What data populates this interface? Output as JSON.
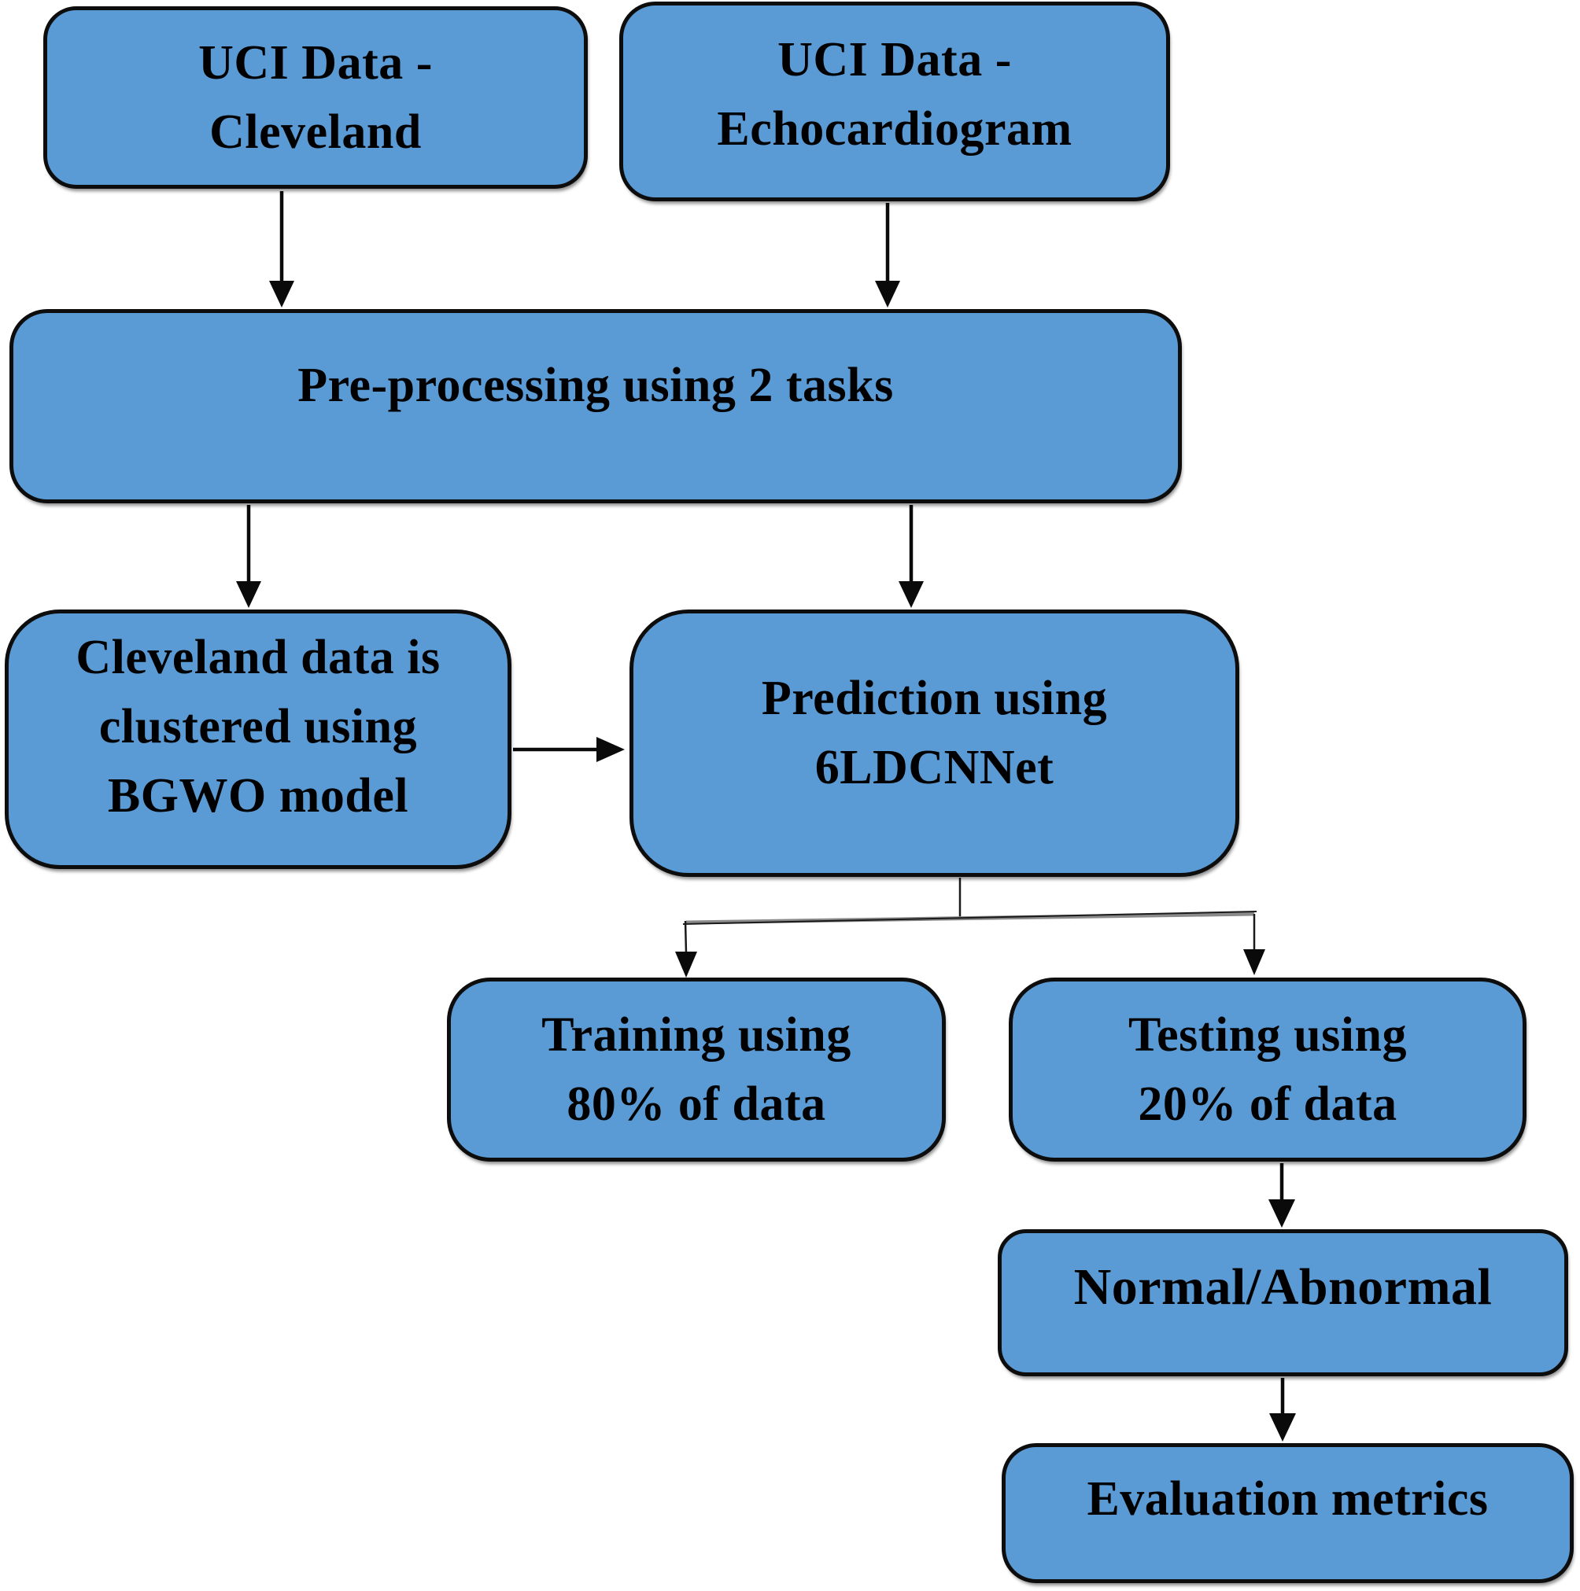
{
  "diagram": {
    "type": "flowchart",
    "title": "Heart disease prediction workflow using 6LDCNNet",
    "colors": {
      "background": "#ffffff",
      "box_fill": "#5b9bd5",
      "box_border": "#0d0d0d",
      "text_color": "#000000",
      "arrow_color": "#0a0a0a"
    },
    "nodes": {
      "uci_cleveland": {
        "label": "UCI Data -\nCleveland"
      },
      "uci_echocardiogram": {
        "label": "UCI Data -\nEchocardiogram"
      },
      "preprocessing": {
        "label": "Pre-processing using 2 tasks"
      },
      "bgwo_clustering": {
        "label": "Cleveland data is\nclustered using\nBGWO model"
      },
      "prediction": {
        "label": "Prediction using\n6LDCNNet"
      },
      "training": {
        "label": "Training using\n80% of data"
      },
      "testing": {
        "label": "Testing using\n20% of data"
      },
      "normal_abnormal": {
        "label": "Normal/Abnormal"
      },
      "evaluation_metrics": {
        "label": "Evaluation metrics"
      }
    },
    "edges": [
      {
        "from": "uci_cleveland",
        "to": "preprocessing"
      },
      {
        "from": "uci_echocardiogram",
        "to": "preprocessing"
      },
      {
        "from": "preprocessing",
        "to": "bgwo_clustering"
      },
      {
        "from": "preprocessing",
        "to": "prediction"
      },
      {
        "from": "bgwo_clustering",
        "to": "prediction"
      },
      {
        "from": "prediction",
        "to": "training"
      },
      {
        "from": "prediction",
        "to": "testing"
      },
      {
        "from": "testing",
        "to": "normal_abnormal"
      },
      {
        "from": "normal_abnormal",
        "to": "evaluation_metrics"
      }
    ]
  }
}
